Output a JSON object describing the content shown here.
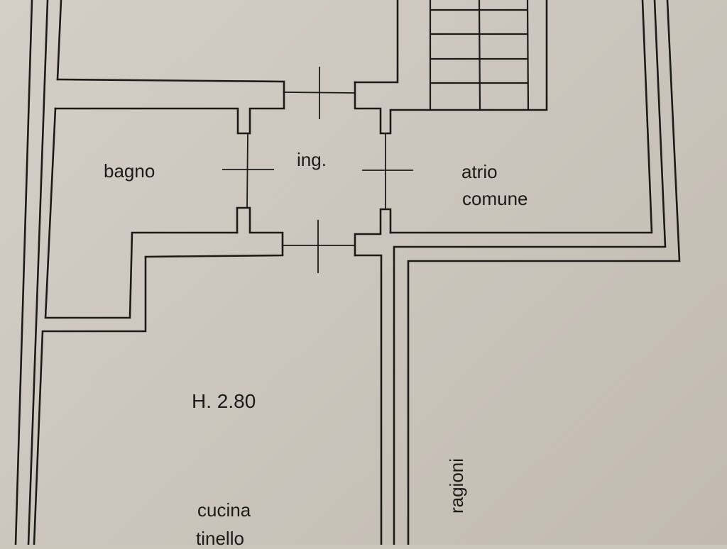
{
  "plan": {
    "rooms": [
      {
        "id": "bagno",
        "label": "bagno"
      },
      {
        "id": "ingresso",
        "label": "ing."
      },
      {
        "id": "atrio",
        "label": "atrio"
      },
      {
        "id": "atrio2",
        "label": "comune"
      },
      {
        "id": "cucina",
        "label": "cucina"
      },
      {
        "id": "cucina2",
        "label": "tinello"
      }
    ],
    "ceiling_height": "H. 2.80",
    "adjacent_label": "ragioni"
  },
  "colors": {
    "paper": "#cbc5bc",
    "ink": "#1e1a16"
  }
}
